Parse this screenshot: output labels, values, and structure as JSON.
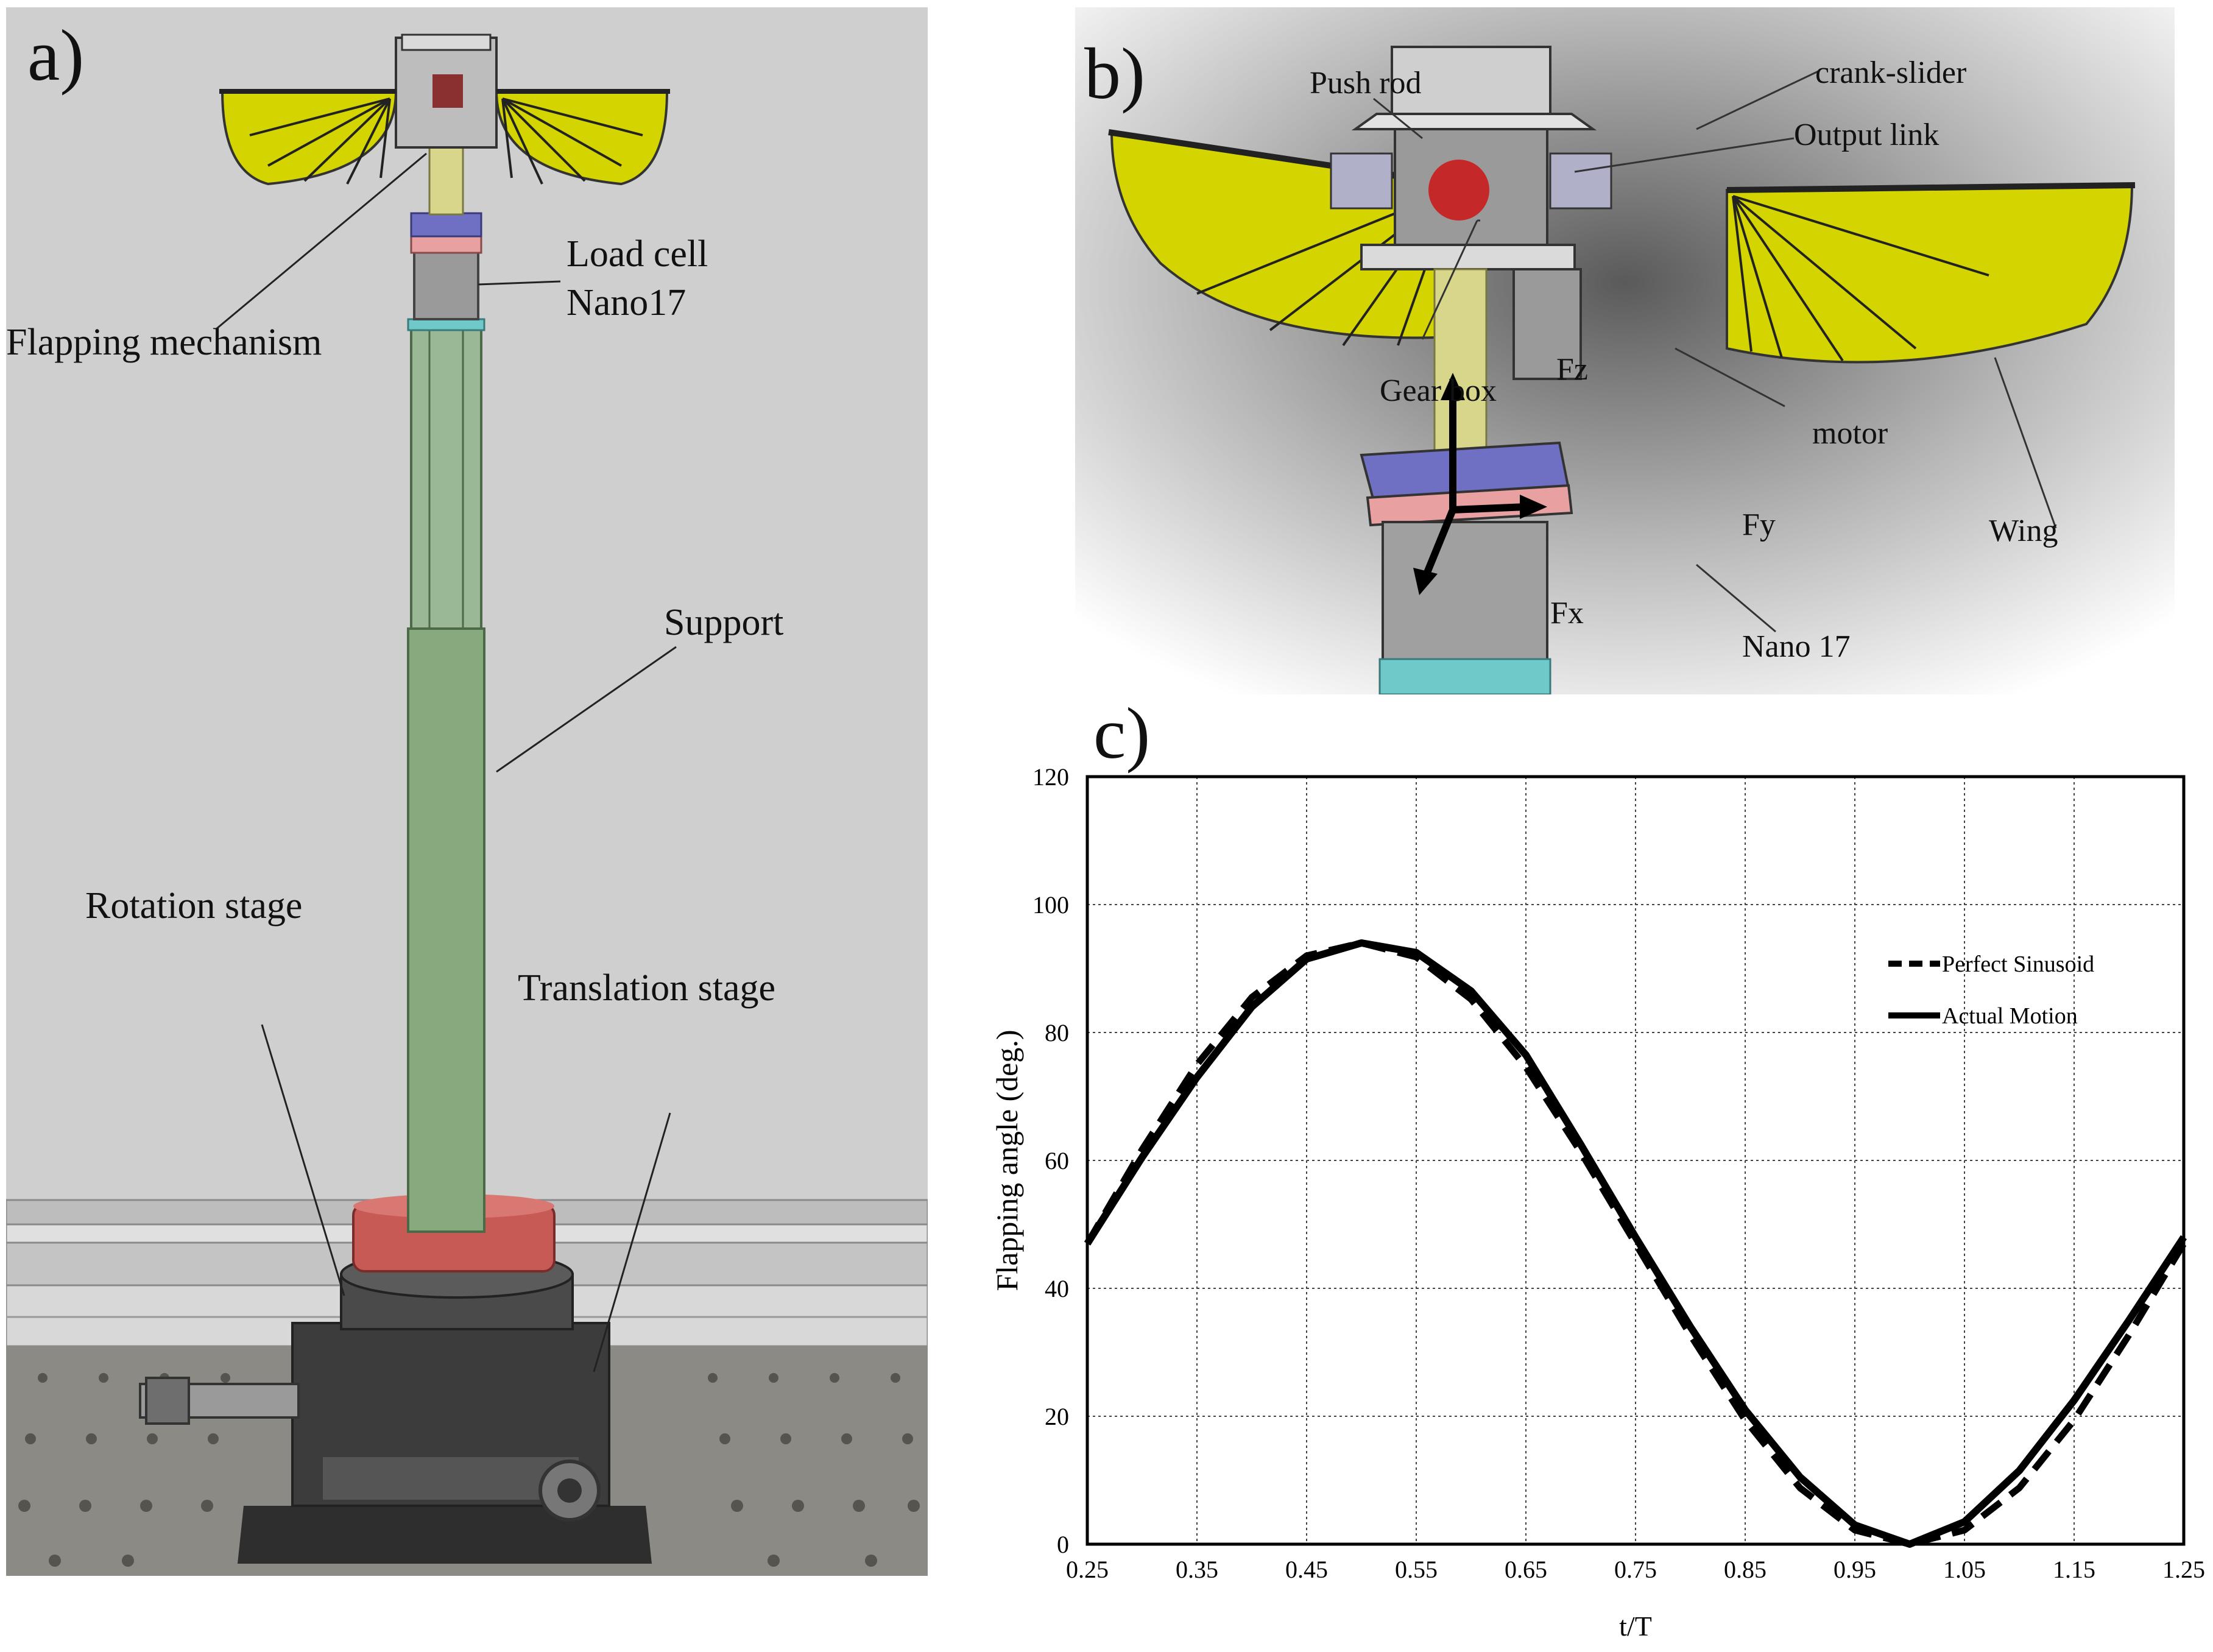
{
  "panel_a": {
    "label": "a)",
    "callouts": {
      "flapping_mechanism": "Flapping mechanism",
      "load_cell_line1": "Load cell",
      "load_cell_line2": "Nano17",
      "support": "Support",
      "rotation_stage": "Rotation stage",
      "translation_stage": "Translation stage"
    }
  },
  "panel_b": {
    "label": "b)",
    "callouts": {
      "push_rod": "Push rod",
      "crank_slider": "crank-slider",
      "output_link": "Output link",
      "gear_box": "Gear box",
      "motor": "motor",
      "wing": "Wing",
      "nano17": "Nano 17"
    },
    "axes": {
      "fz": "Fz",
      "fy": "Fy",
      "fx": "Fx"
    }
  },
  "panel_c": {
    "label": "c)"
  },
  "colors": {
    "wing": "#d4d400",
    "support": "#86aa7e",
    "load_cell": "#9a9a9a",
    "blue_plate": "#6f6fc4",
    "pink_plate": "#e8a0a0",
    "red_block": "#c85a55",
    "stage": "#3a3a3a"
  },
  "chart_data": {
    "type": "line",
    "title": "",
    "xlabel": "t/T",
    "ylabel": "Flapping angle (deg.)",
    "xlim": [
      0.25,
      1.25
    ],
    "ylim": [
      0,
      120
    ],
    "xticks": [
      "0.25",
      "0.35",
      "0.45",
      "0.55",
      "0.65",
      "0.75",
      "0.85",
      "0.95",
      "1.05",
      "1.15",
      "1.25"
    ],
    "yticks": [
      "0",
      "20",
      "40",
      "60",
      "80",
      "100",
      "120"
    ],
    "grid": true,
    "legend_position": "upper-right",
    "series": [
      {
        "name": "Perfect Sinusoid",
        "style": "dashed",
        "x": [
          0.25,
          0.3,
          0.35,
          0.4,
          0.45,
          0.5,
          0.55,
          0.6,
          0.65,
          0.7,
          0.75,
          0.8,
          0.85,
          0.9,
          0.95,
          1.0,
          1.05,
          1.1,
          1.15,
          1.2,
          1.25
        ],
        "y": [
          47,
          61.7,
          75,
          85.5,
          92,
          94,
          91.8,
          85.2,
          74.6,
          61.3,
          47,
          32.7,
          19.4,
          8.8,
          2.2,
          0,
          2.2,
          8.8,
          19.4,
          32.7,
          47
        ]
      },
      {
        "name": "Actual Motion",
        "style": "solid",
        "x": [
          0.25,
          0.3,
          0.35,
          0.4,
          0.45,
          0.5,
          0.55,
          0.6,
          0.65,
          0.7,
          0.75,
          0.8,
          0.85,
          0.9,
          0.95,
          1.0,
          1.05,
          1.1,
          1.15,
          1.2,
          1.25
        ],
        "y": [
          47,
          60.5,
          73,
          84,
          91.5,
          94,
          92.5,
          86.5,
          76.5,
          62.5,
          48,
          34,
          21,
          10.5,
          3,
          0,
          3.5,
          11.5,
          22.5,
          35,
          48
        ]
      }
    ]
  }
}
